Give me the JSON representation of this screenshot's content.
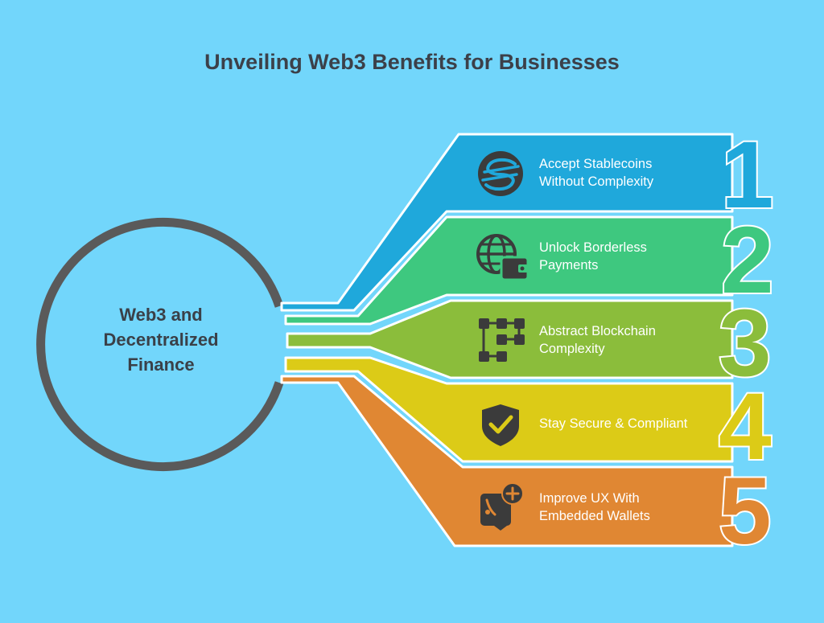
{
  "title": "Unveiling Web3 Benefits for Businesses",
  "center": {
    "lines": [
      "Web3 and",
      "Decentralized",
      "Finance"
    ]
  },
  "benefits": [
    {
      "number": "1",
      "color": "#1fa8db",
      "icon": "stablecoin-icon",
      "lines": [
        "Accept Stablecoins",
        "Without Complexity"
      ]
    },
    {
      "number": "2",
      "color": "#3ec87f",
      "icon": "globe-wallet-icon",
      "lines": [
        "Unlock Borderless",
        "Payments"
      ]
    },
    {
      "number": "3",
      "color": "#8bbd3b",
      "icon": "blockchain-icon",
      "lines": [
        "Abstract Blockchain",
        "Complexity"
      ]
    },
    {
      "number": "4",
      "color": "#dccb17",
      "icon": "shield-check-icon",
      "lines": [
        "Stay Secure & Compliant"
      ]
    },
    {
      "number": "5",
      "color": "#e08733",
      "icon": "wallet-plus-icon",
      "lines": [
        "Improve UX With",
        "Embedded Wallets"
      ]
    }
  ],
  "colors": {
    "background": "#72d6fb",
    "ring": "#5a5a5a",
    "icon_circle": "#3b3b3b",
    "text_dark": "#3c4049"
  }
}
